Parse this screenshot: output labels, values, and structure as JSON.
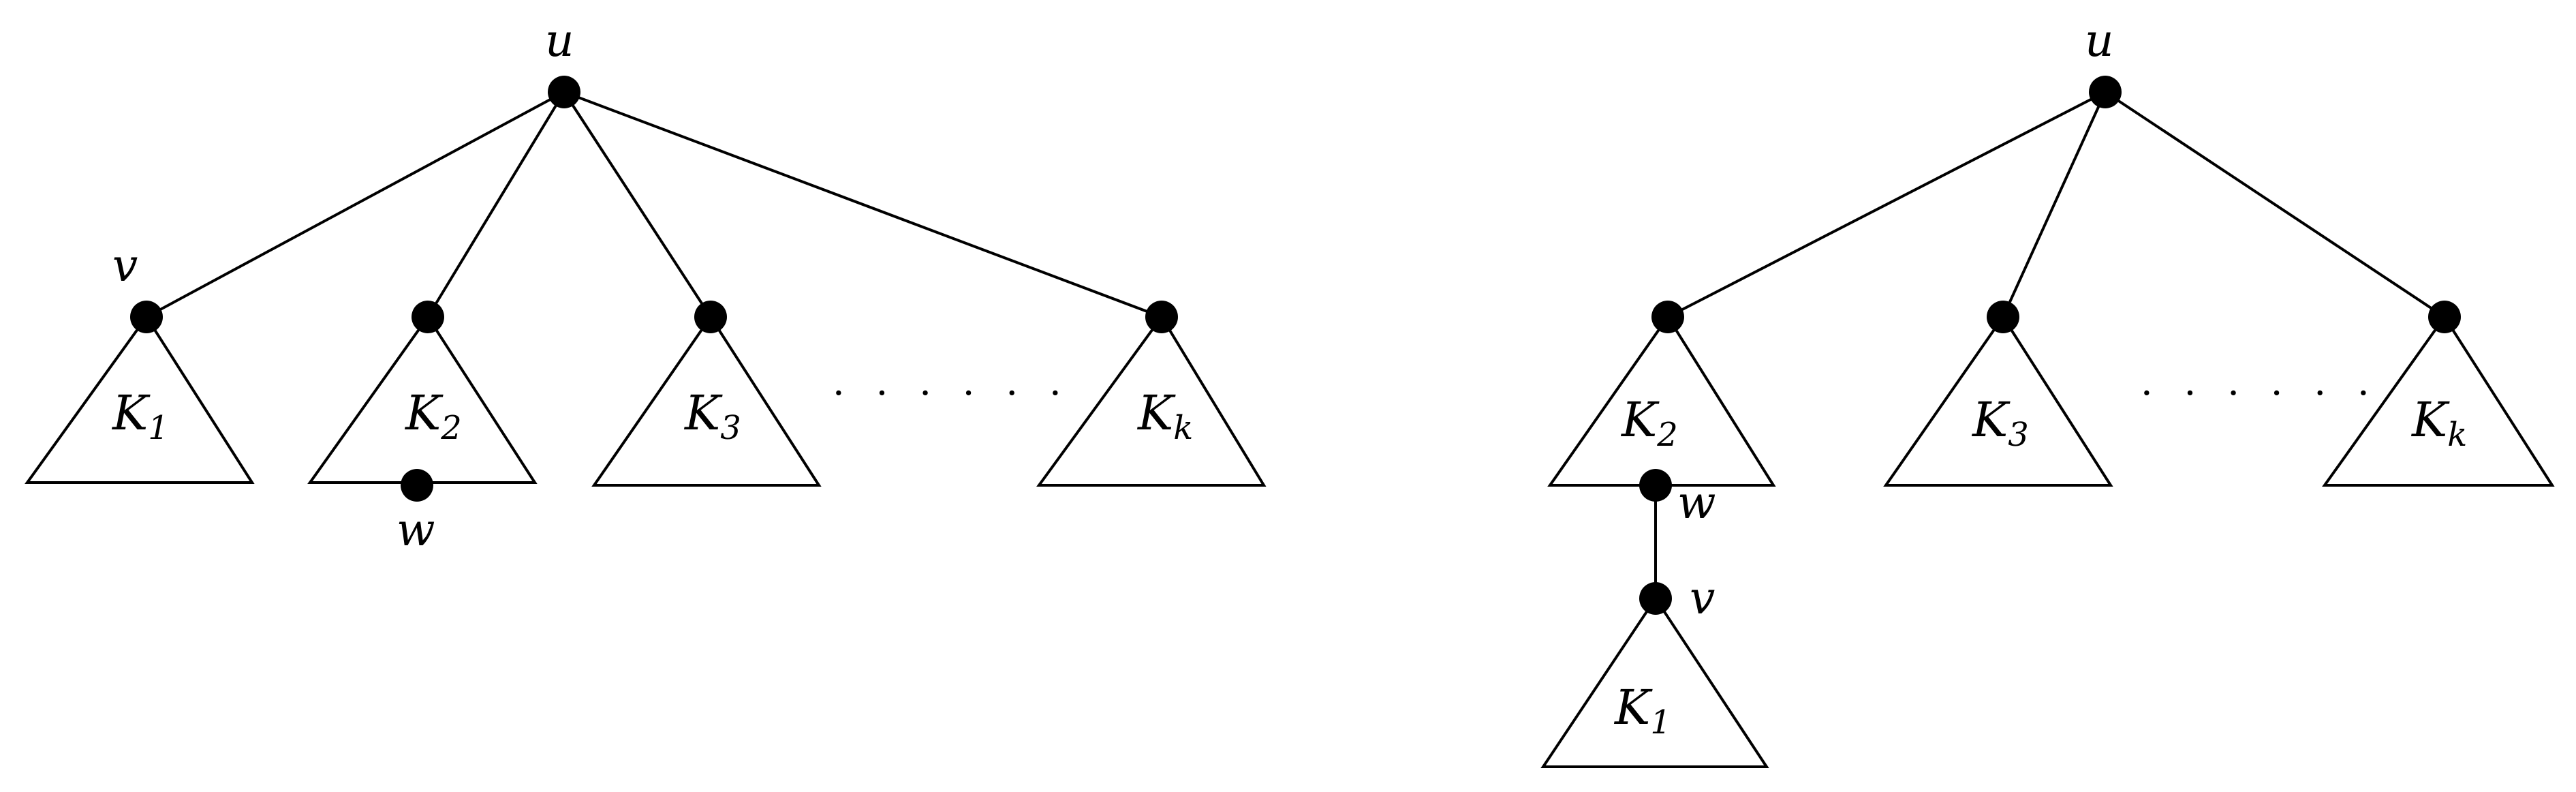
{
  "colors": {
    "stroke": "#000000",
    "node_fill": "#000000",
    "background": "#ffffff"
  },
  "left_tree": {
    "root_label": "u",
    "v_label": "v",
    "w_label": "w",
    "subtrees": [
      {
        "main": "K",
        "sub": "1"
      },
      {
        "main": "K",
        "sub": "2"
      },
      {
        "main": "K",
        "sub": "3"
      },
      {
        "main": "K",
        "sub": "k"
      }
    ],
    "ellipsis": "· · · · · ·"
  },
  "right_tree": {
    "root_label": "u",
    "w_label": "w",
    "v_label": "v",
    "subtrees": [
      {
        "main": "K",
        "sub": "2"
      },
      {
        "main": "K",
        "sub": "3"
      },
      {
        "main": "K",
        "sub": "k"
      },
      {
        "main": "K",
        "sub": "1"
      }
    ],
    "ellipsis": "· · · · · ·"
  }
}
